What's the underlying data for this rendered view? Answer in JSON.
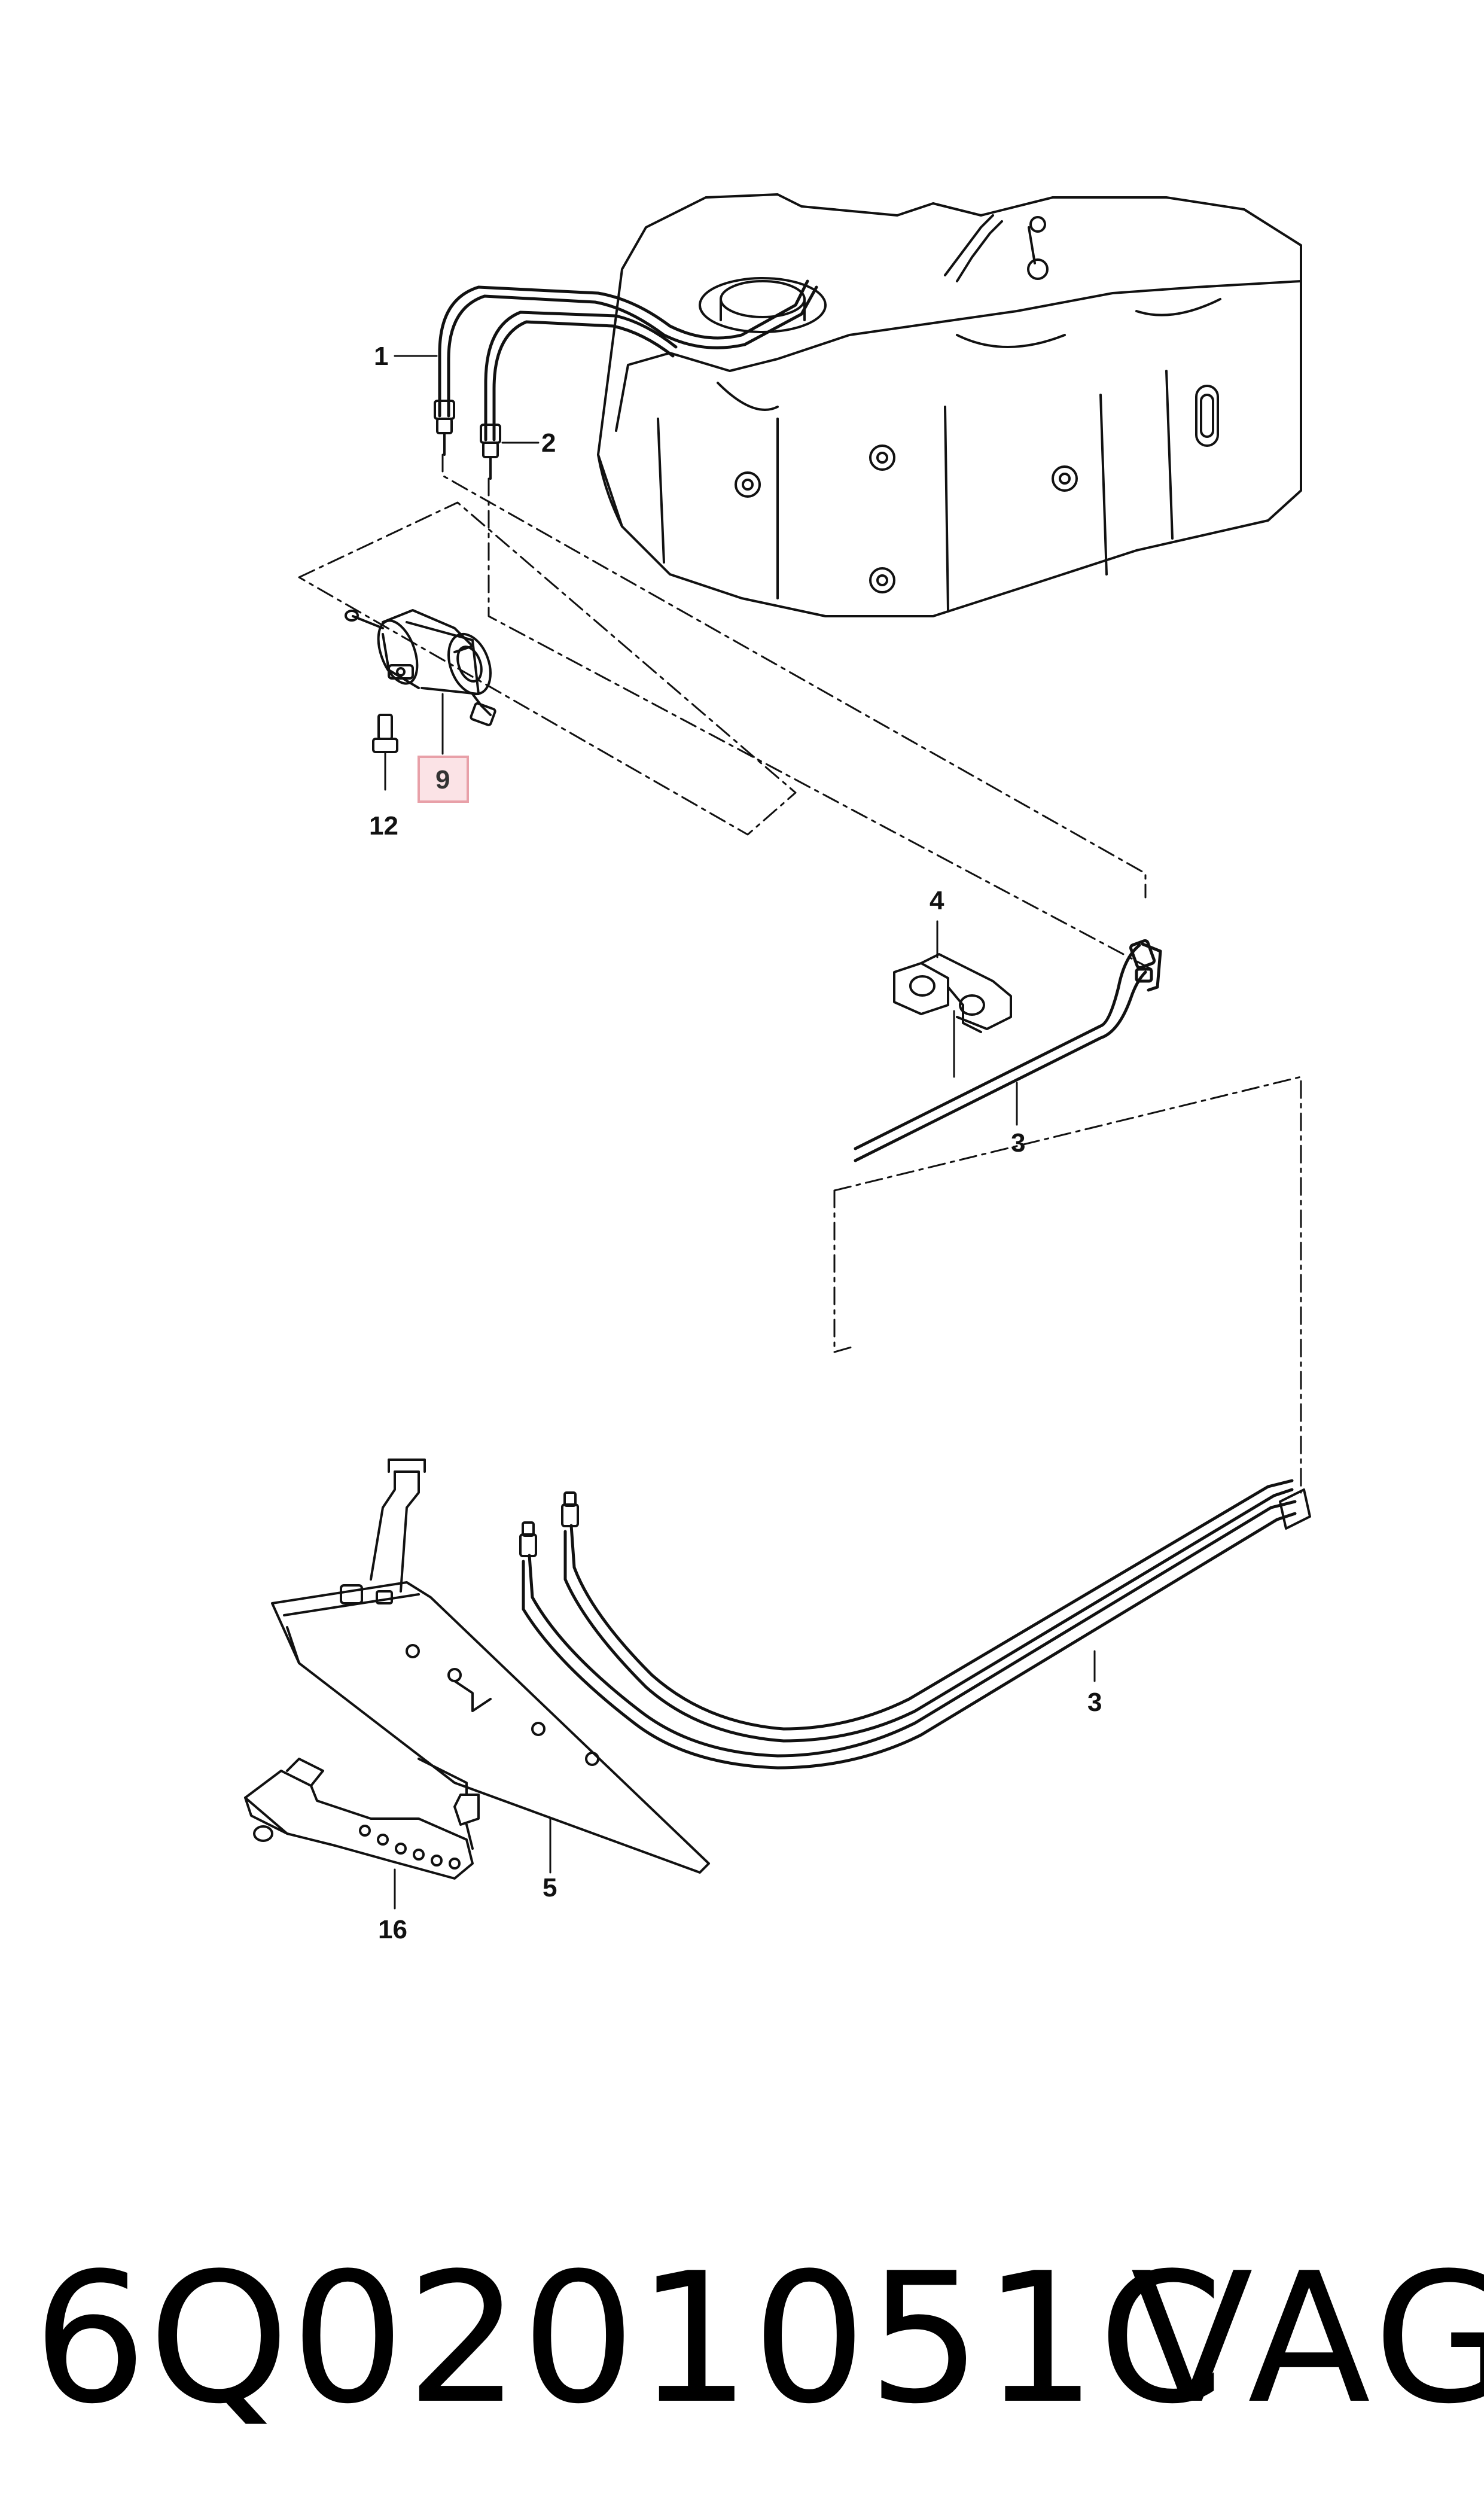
{
  "callouts": {
    "c1": "1",
    "c2": "2",
    "c3a": "3",
    "c3b": "3",
    "c4": "4",
    "c5": "5",
    "c9": "9",
    "c12": "12",
    "c16": "16"
  },
  "highlight_color": "#e8a0a8",
  "footer": {
    "part_number": "6Q0201051C",
    "brand": "VAG"
  }
}
